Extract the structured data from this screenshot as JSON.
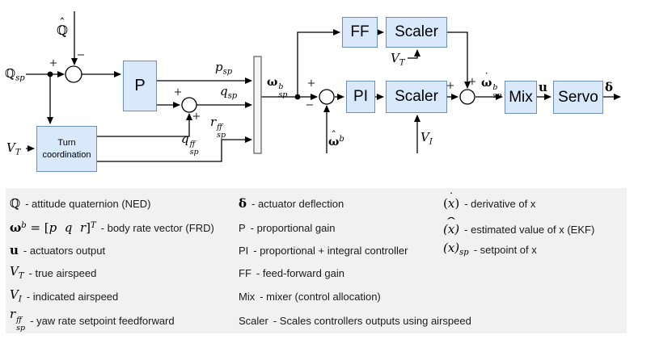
{
  "colors": {
    "block_fill": "#dae8fc",
    "block_border": "#6c8ebf",
    "mux_fill": "#f5f5f5",
    "mux_border": "#666666",
    "legend_bg": "#f1f1f1",
    "line": "#000000"
  },
  "diagram": {
    "blocks": {
      "p": "P",
      "turn": "Turn coordination",
      "ff": "FF",
      "scaler1": "Scaler",
      "pi": "PI",
      "scaler2": "Scaler",
      "mix": "Mix",
      "servo": "Servo"
    },
    "signs": {
      "plus": "+",
      "minus": "−"
    },
    "labels": {
      "q_hat": {
        "acc": "ˆ",
        "base": "ℚ"
      },
      "q_sp": {
        "base": "ℚ",
        "sub": "sp"
      },
      "v_t_in": {
        "base": "V",
        "sub": "T"
      },
      "p_sp": {
        "base": "p",
        "sub": "sp"
      },
      "q_sp_out": {
        "base": "q",
        "sub": "sp"
      },
      "q_ff": {
        "base": "q",
        "sup": "ff",
        "sub": "sp"
      },
      "r_ff": {
        "base": "r",
        "sup": "ff",
        "sub": "sp"
      },
      "omega_sp": {
        "base": "ω",
        "sup": "b",
        "sub": "sp"
      },
      "omega_hat": {
        "acc": "ˆ",
        "base": "ω",
        "sup": "b"
      },
      "v_t_scaler": {
        "base": "V",
        "sub": "T"
      },
      "v_i": {
        "base": "V",
        "sub": "I"
      },
      "omega_dot_sp": {
        "acc": "˙",
        "base": "ω",
        "sup": "b",
        "sub": "sp"
      },
      "u": "u",
      "delta": "δ"
    }
  },
  "legend": {
    "col1": [
      {
        "base": "ℚ",
        "desc": "- attitude quaternion (NED)"
      },
      {
        "base": "ω",
        "sup": "b",
        "eq": " = [",
        "vec": "p  q  r",
        "close": "]",
        "tsup": "T",
        "desc": "- body rate vector (FRD)"
      },
      {
        "base": "u",
        "desc": "- actuators output"
      },
      {
        "base": "V",
        "sub": "T",
        "desc": "- true airspeed"
      },
      {
        "base": "V",
        "sub": "I",
        "desc": "- indicated airspeed"
      },
      {
        "base": "r",
        "sup": "ff",
        "sub": "sp",
        "desc": "- yaw rate setpoint feedforward"
      }
    ],
    "col2": [
      {
        "sym": "δ",
        "desc": "- actuator deflection"
      },
      {
        "sym": "P",
        "desc": "- proportional gain"
      },
      {
        "sym": "PI",
        "desc": "- proportional + integral controller"
      },
      {
        "sym": "FF",
        "desc": "- feed-forward gain"
      },
      {
        "sym": "Mix",
        "desc": "- mixer (control allocation)"
      },
      {
        "sym": "Scaler",
        "desc": "- Scales controllers outputs using airspeed"
      }
    ],
    "col3": [
      {
        "open": "(",
        "base": "x",
        "acc": "˙",
        "close": ")",
        "desc": "- derivative of x"
      },
      {
        "grp": "(x)",
        "acc": "ˆ",
        "desc": "- estimated value of x (EKF)"
      },
      {
        "grp": "(x)",
        "sub": "sp",
        "desc": "- setpoint of x"
      }
    ]
  }
}
